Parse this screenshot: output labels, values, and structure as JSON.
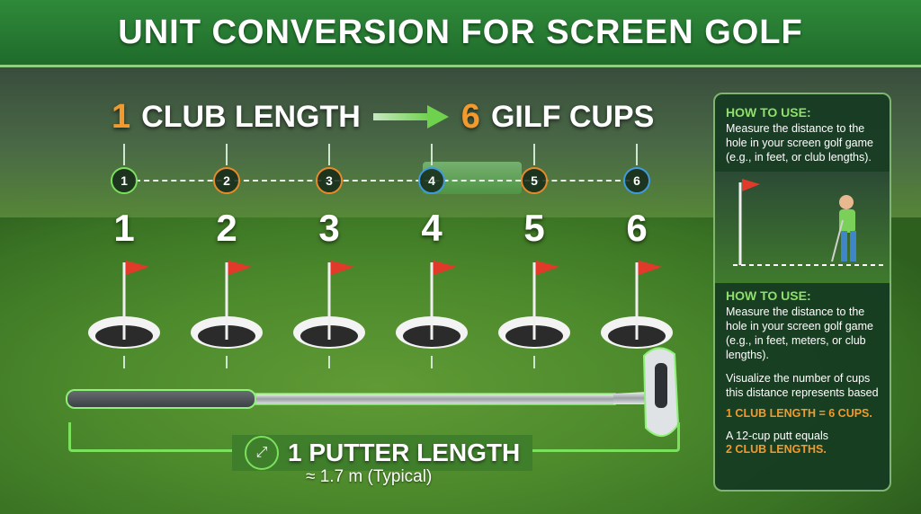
{
  "header": {
    "title": "UNIT CONVERSION FOR SCREEN GOLF"
  },
  "headline": {
    "left_num": "1",
    "left_text": "CLUB LENGTH",
    "right_num": "6",
    "right_text": "GILF CUPS"
  },
  "markers": [
    "1",
    "2",
    "3",
    "4",
    "5",
    "6"
  ],
  "big_numbers": [
    "1",
    "2",
    "3",
    "4",
    "5",
    "6"
  ],
  "putter": {
    "label": "1 PUTTER LENGTH",
    "subtitle": "≈ 1.7 m (Typical)"
  },
  "panel": {
    "heading1": "HOW TO USE:",
    "text1": "Measure the distance to the hole in your screen golf game (e.g., in feet, or club lengths).",
    "heading2": "HOW TO USE:",
    "text2": "Measure the distance to the hole in your screen golf game (e.g., in feet, meters, or club lengths).",
    "text3": "Visualize the number of cups this distance represents based",
    "highlight1": "1 CLUB LENGTH = 6 CUPS.",
    "text4": "A 12-cup putt equals",
    "highlight2": "2 CLUB LENGTHS."
  },
  "colors": {
    "accent_orange": "#f29a2e",
    "accent_green": "#7be05c",
    "header_green": "#2f8a3a",
    "marker_green": "#7be05c",
    "marker_orange": "#e88a2a",
    "marker_blue": "#3f9be0"
  },
  "icons": [
    "arrow-right-icon",
    "flag-icon",
    "ruler-icon",
    "golfer-icon"
  ]
}
